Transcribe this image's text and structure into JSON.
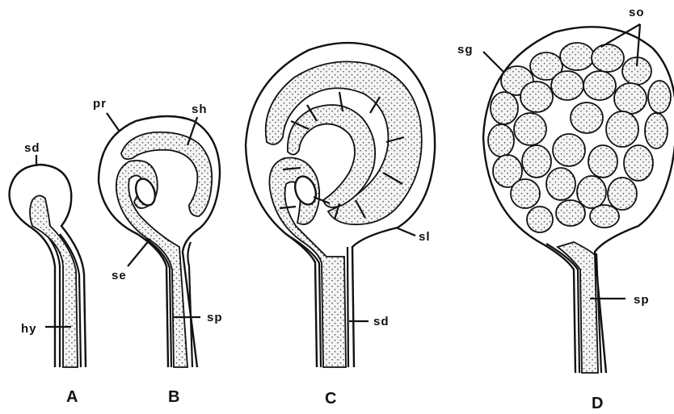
{
  "figure": {
    "panels": [
      {
        "id": "A",
        "labels": {
          "sd": "sd",
          "hy": "hy"
        }
      },
      {
        "id": "B",
        "labels": {
          "pr": "pr",
          "sh": "sh",
          "se": "se",
          "sp": "sp"
        }
      },
      {
        "id": "C",
        "labels": {
          "sl": "sl",
          "sd": "sd"
        }
      },
      {
        "id": "D",
        "labels": {
          "sg": "sg",
          "so": "so",
          "sp": "sp"
        }
      }
    ]
  }
}
